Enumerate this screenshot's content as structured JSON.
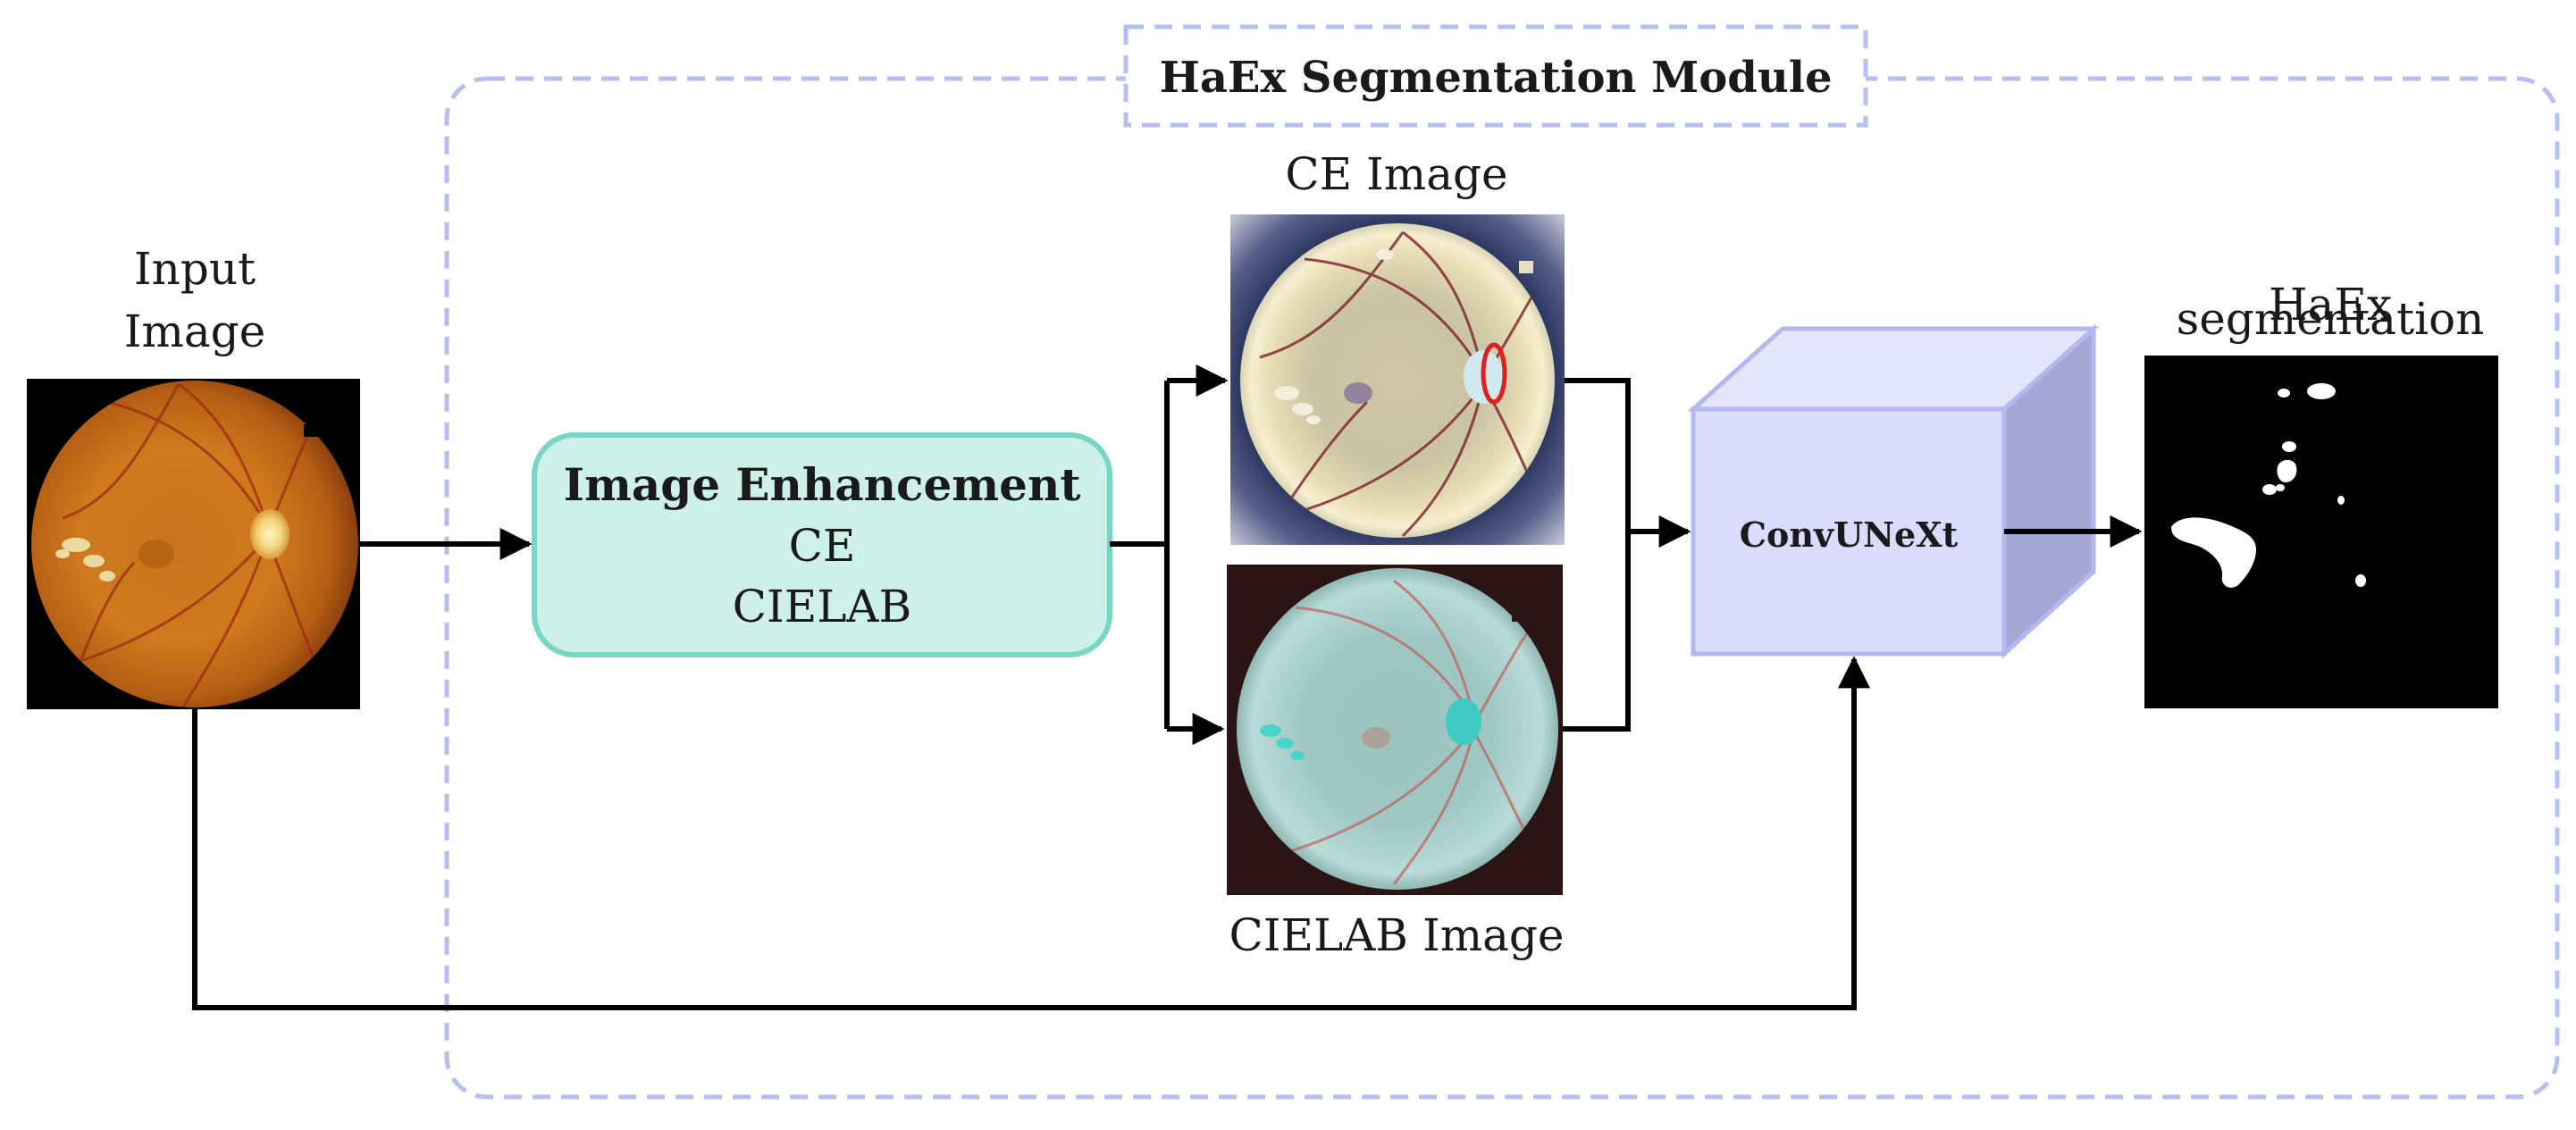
{
  "module": {
    "title": "HaEx Segmentation Module",
    "border_color": "#b4bff2"
  },
  "input": {
    "label_line1": "Input",
    "label_line2": "Image"
  },
  "enhancement": {
    "title": "Image Enhancement",
    "line1": "CE",
    "line2": "CIELAB",
    "fill": "#cdf0e8",
    "stroke": "#79d6c4"
  },
  "ce_image": {
    "label": "CE Image"
  },
  "cielab_image": {
    "label": "CIELAB Image"
  },
  "model": {
    "label": "ConvUNeXt",
    "front_fill": "#d9dcfa",
    "top_fill": "#e4e6fc",
    "side_fill": "#a4a8d4",
    "stroke": "#b4b8f0"
  },
  "output": {
    "label_line1": "HaEx",
    "label_line2": "segmentation"
  },
  "arrow_color": "#000000"
}
